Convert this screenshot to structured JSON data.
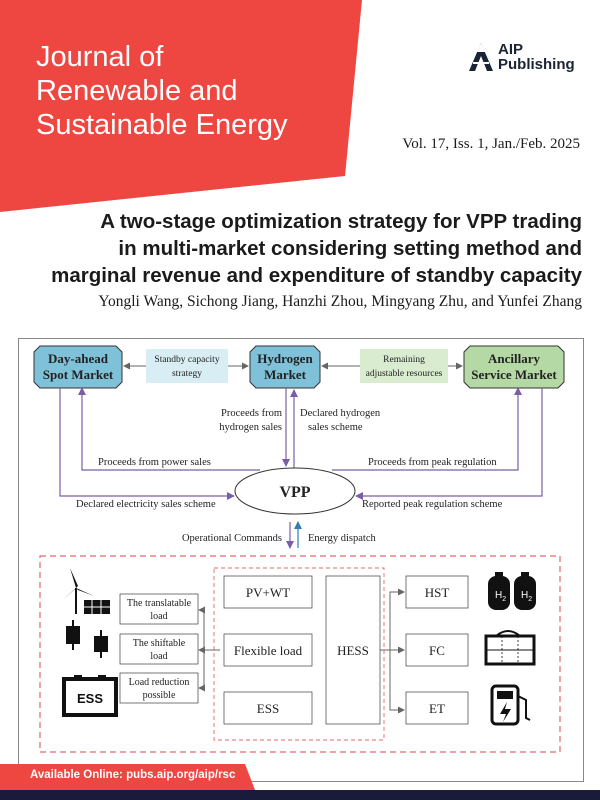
{
  "journal": {
    "title_line1": "Journal of",
    "title_line2": "Renewable and",
    "title_line3": "Sustainable Energy",
    "publisher_line1": "AIP",
    "publisher_line2": "Publishing",
    "issue": "Vol. 17, Iss. 1, Jan./Feb. 2025"
  },
  "article": {
    "title_line1": "A two-stage optimization strategy for VPP trading",
    "title_line2": "in multi-market considering setting method and",
    "title_line3": "marginal revenue and expenditure of standby capacity",
    "authors": "Yongli Wang, Sichong Jiang, Hanzhi Zhou, Mingyang Zhu, and Yunfei Zhang"
  },
  "figure": {
    "markets": {
      "day_ahead_1": "Day-ahead",
      "day_ahead_2": "Spot Market",
      "hydrogen_1": "Hydrogen",
      "hydrogen_2": "Market",
      "ancillary_1": "Ancillary",
      "ancillary_2": "Service Market"
    },
    "standby_1": "Standby capacity",
    "standby_2": "strategy",
    "remaining_1": "Remaining",
    "remaining_2": "adjustable resources",
    "proceeds_h2_1": "Proceeds from",
    "proceeds_h2_2": "hydrogen sales",
    "declared_h2_1": "Declared hydrogen",
    "declared_h2_2": "sales scheme",
    "proceeds_power": "Proceeds from power sales",
    "proceeds_peak": "Proceeds from peak regulation",
    "vpp": "VPP",
    "declared_elec": "Declared electricity sales scheme",
    "reported_peak": "Reported peak regulation scheme",
    "op_commands": "Operational Commands",
    "energy_dispatch": "Energy dispatch",
    "translatable_1": "The translatable",
    "translatable_2": "load",
    "shiftable_1": "The shiftable",
    "shiftable_2": "load",
    "reduction_1": "Load reduction",
    "reduction_2": "possible",
    "pv_wt": "PV+WT",
    "flexible": "Flexible load",
    "ess": "ESS",
    "hess": "HESS",
    "hst": "HST",
    "fc": "FC",
    "et": "ET",
    "ess_icon_label": "ESS",
    "h2_a": "H",
    "h2_b": "H",
    "h2_sub": "2"
  },
  "footer": {
    "available": "Available Online: pubs.aip.org/aip/rsc"
  },
  "colors": {
    "brand_red": "#ee4742",
    "navy": "#1a1a3a",
    "market_blue": "#7fc1d8",
    "market_green": "#b5d9a4",
    "arrow_purple": "#7a5fa8",
    "dashed_red": "#e06a6a"
  }
}
